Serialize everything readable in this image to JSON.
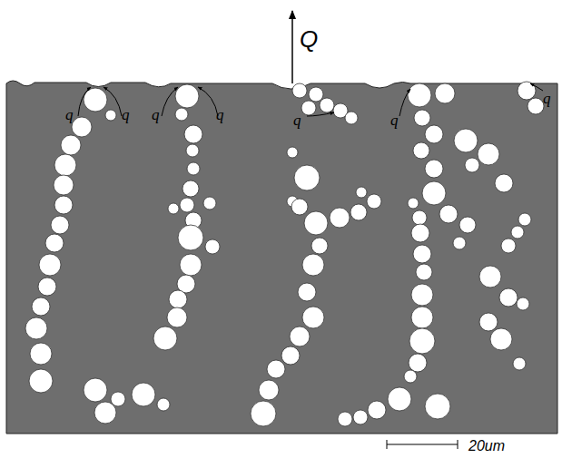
{
  "diagram": {
    "labels": [
      "Q",
      "q",
      "q",
      "q",
      "q",
      "q",
      "q",
      "q",
      "20um"
    ]
  }
}
